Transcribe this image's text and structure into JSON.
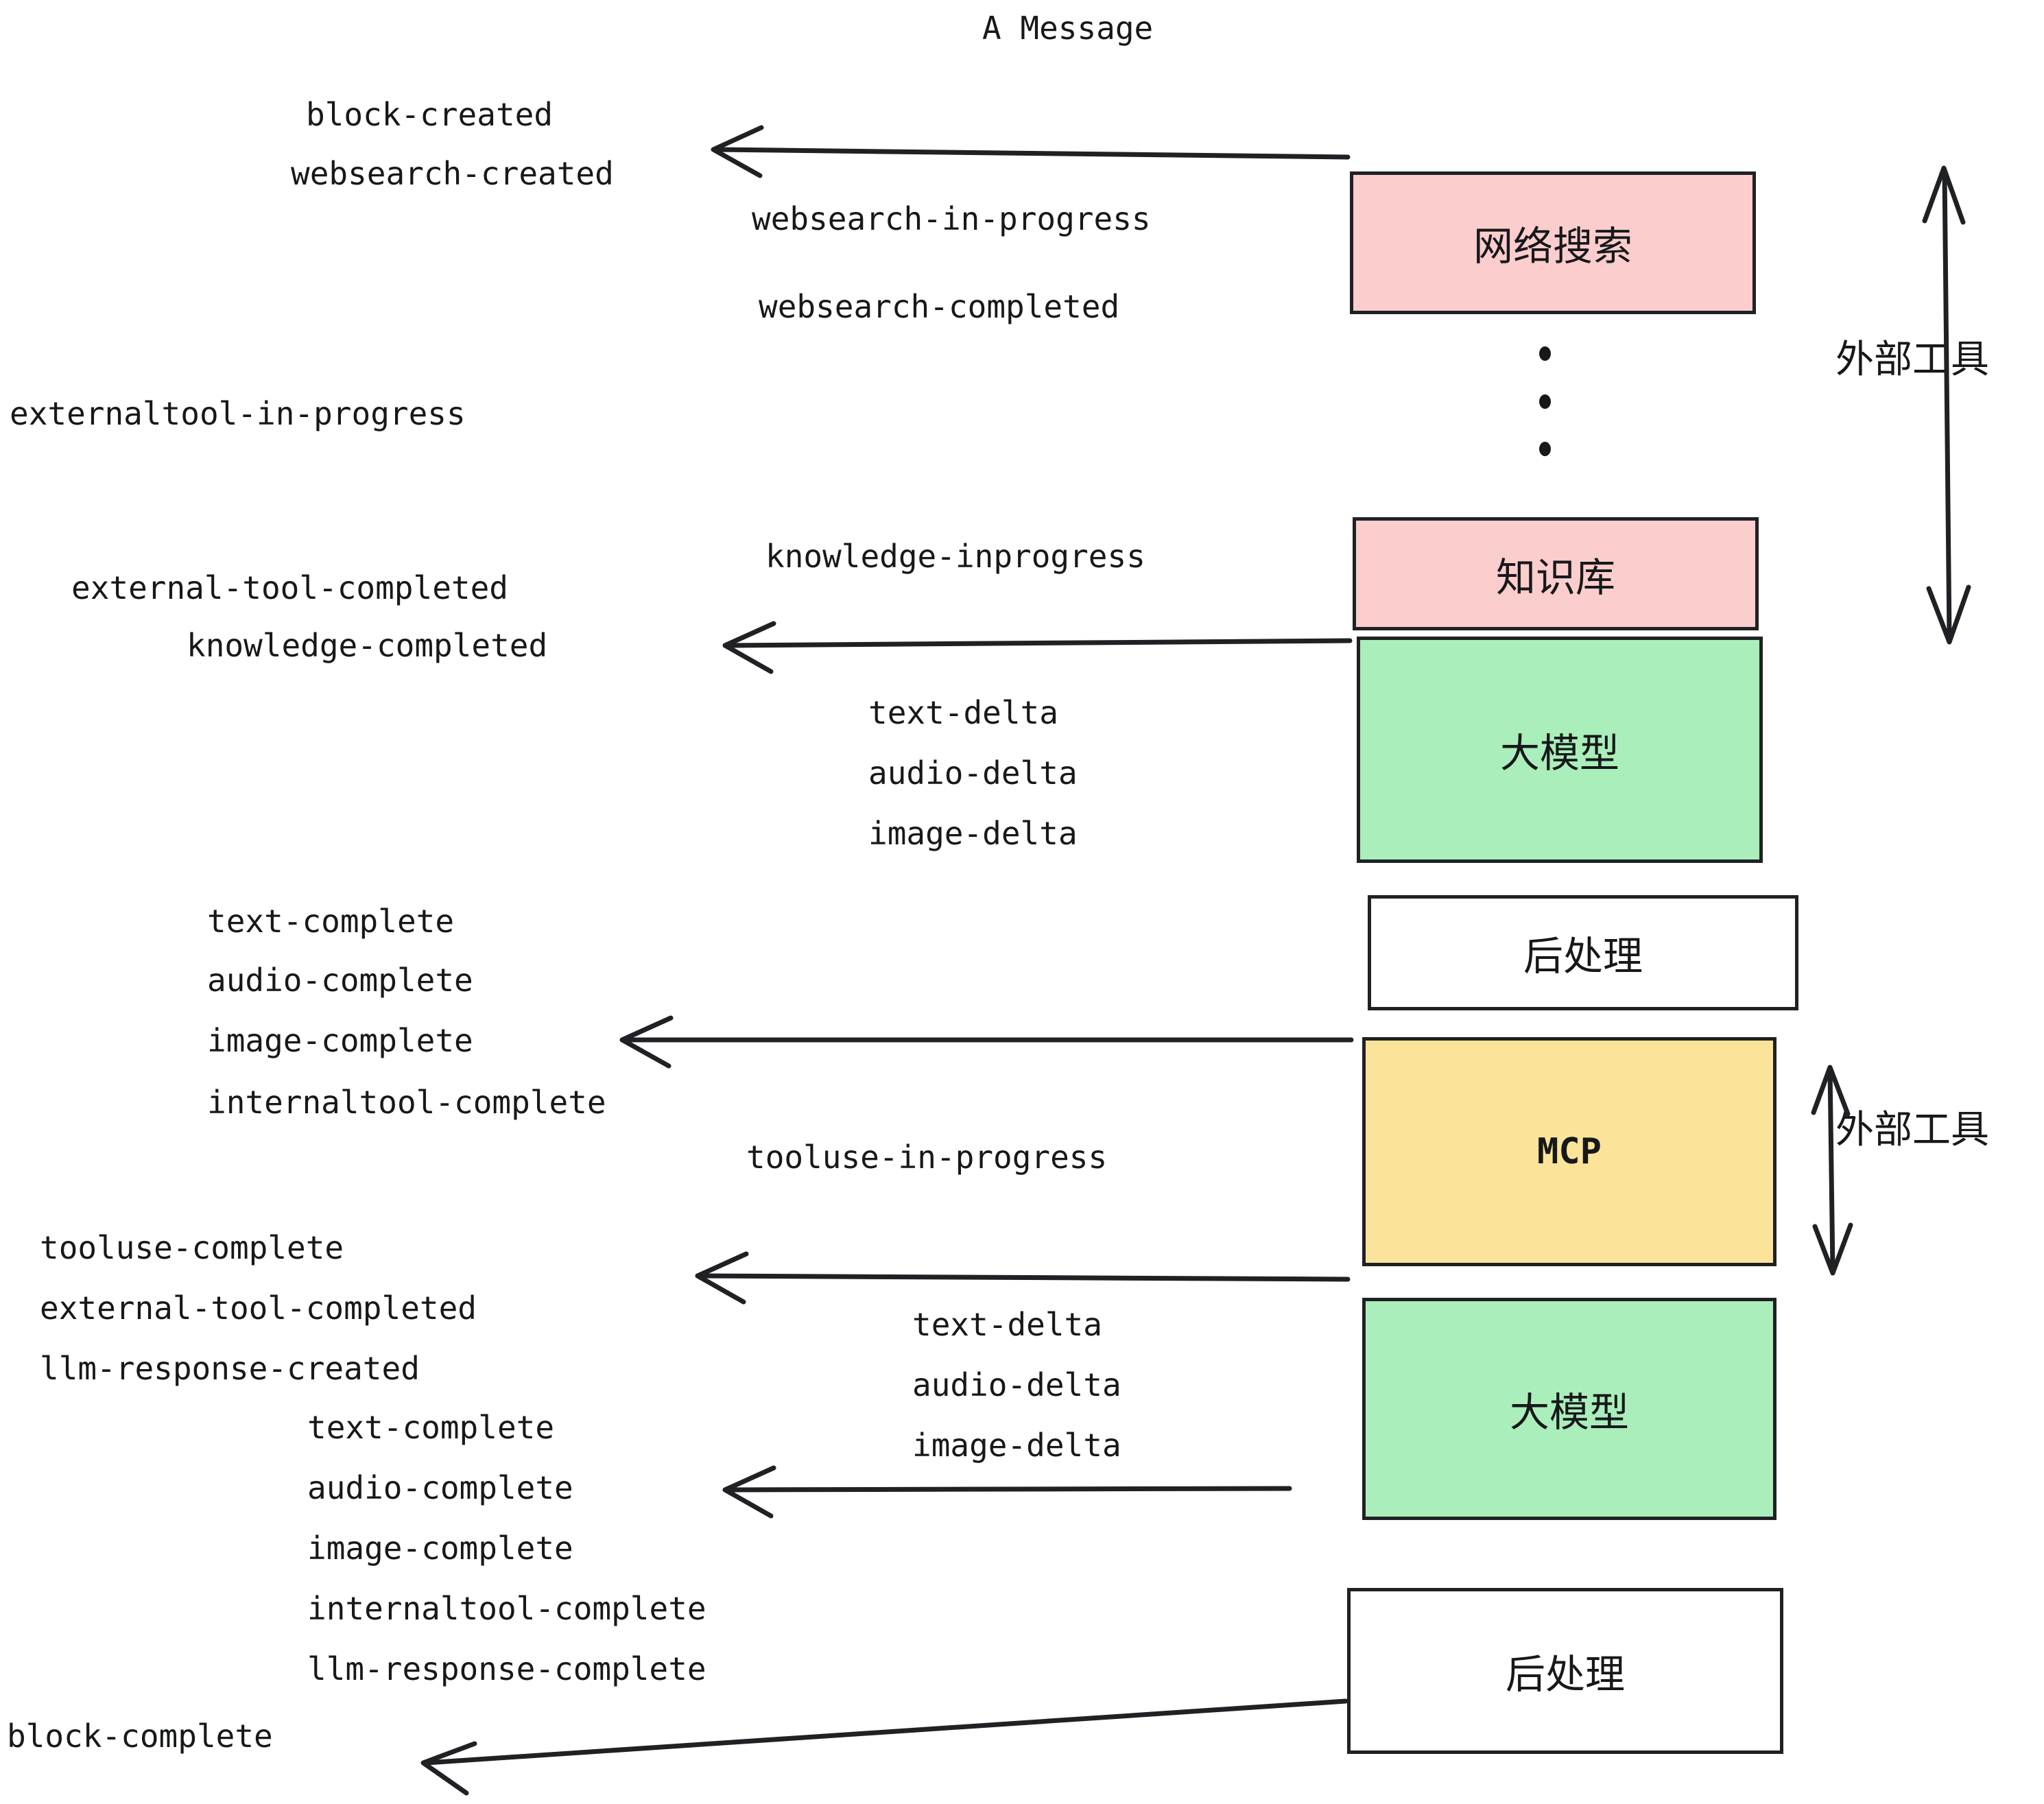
{
  "title": "A Message",
  "boxes": [
    {
      "id": "websearch",
      "label": "网络搜索",
      "color": "#fbcdcd"
    },
    {
      "id": "knowledge",
      "label": "知识库",
      "color": "#fbcdcd"
    },
    {
      "id": "llm-1",
      "label": "大模型",
      "color": "#aaeebb"
    },
    {
      "id": "postprocess-1",
      "label": "后处理",
      "color": "#ffffff"
    },
    {
      "id": "mcp",
      "label": "MCP",
      "color": "#fbe49a"
    },
    {
      "id": "llm-2",
      "label": "大模型",
      "color": "#aaeebb"
    },
    {
      "id": "postprocess-2",
      "label": "后处理",
      "color": "#ffffff"
    }
  ],
  "side_labels": [
    {
      "id": "external-tool-top",
      "text": "外部工具"
    },
    {
      "id": "external-tool-bottom",
      "text": "外部工具"
    }
  ],
  "events": [
    {
      "id": "block-created",
      "text": "block-created"
    },
    {
      "id": "websearch-created",
      "text": "websearch-created"
    },
    {
      "id": "websearch-in-progress",
      "text": "websearch-in-progress"
    },
    {
      "id": "websearch-completed",
      "text": "websearch-completed"
    },
    {
      "id": "externaltool-in-progress",
      "text": "externaltool-in-progress"
    },
    {
      "id": "knowledge-inprogress",
      "text": "knowledge-inprogress"
    },
    {
      "id": "external-tool-completed-1",
      "text": "external-tool-completed"
    },
    {
      "id": "knowledge-completed",
      "text": "knowledge-completed"
    },
    {
      "id": "text-delta-1",
      "text": "text-delta"
    },
    {
      "id": "audio-delta-1",
      "text": "audio-delta"
    },
    {
      "id": "image-delta-1",
      "text": "image-delta"
    },
    {
      "id": "text-complete-1",
      "text": "text-complete"
    },
    {
      "id": "audio-complete-1",
      "text": "audio-complete"
    },
    {
      "id": "image-complete-1",
      "text": "image-complete"
    },
    {
      "id": "internaltool-complete-1",
      "text": "internaltool-complete"
    },
    {
      "id": "tooluse-in-progress",
      "text": "tooluse-in-progress"
    },
    {
      "id": "tooluse-complete",
      "text": "tooluse-complete"
    },
    {
      "id": "external-tool-completed-2",
      "text": "external-tool-completed"
    },
    {
      "id": "llm-response-created",
      "text": "llm-response-created"
    },
    {
      "id": "text-delta-2",
      "text": "text-delta"
    },
    {
      "id": "audio-delta-2",
      "text": "audio-delta"
    },
    {
      "id": "image-delta-2",
      "text": "image-delta"
    },
    {
      "id": "text-complete-2",
      "text": "text-complete"
    },
    {
      "id": "audio-complete-2",
      "text": "audio-complete"
    },
    {
      "id": "image-complete-2",
      "text": "image-complete"
    },
    {
      "id": "internaltool-complete-2",
      "text": "internaltool-complete"
    },
    {
      "id": "llm-response-complete",
      "text": "llm-response-complete"
    },
    {
      "id": "block-complete",
      "text": "block-complete"
    }
  ],
  "colors": {
    "pink": "#fbcdcd",
    "green": "#aaeebb",
    "yellow": "#fbe49a",
    "white": "#ffffff",
    "stroke": "#1f2124",
    "text": "#16181a",
    "background": "#ffffff"
  }
}
